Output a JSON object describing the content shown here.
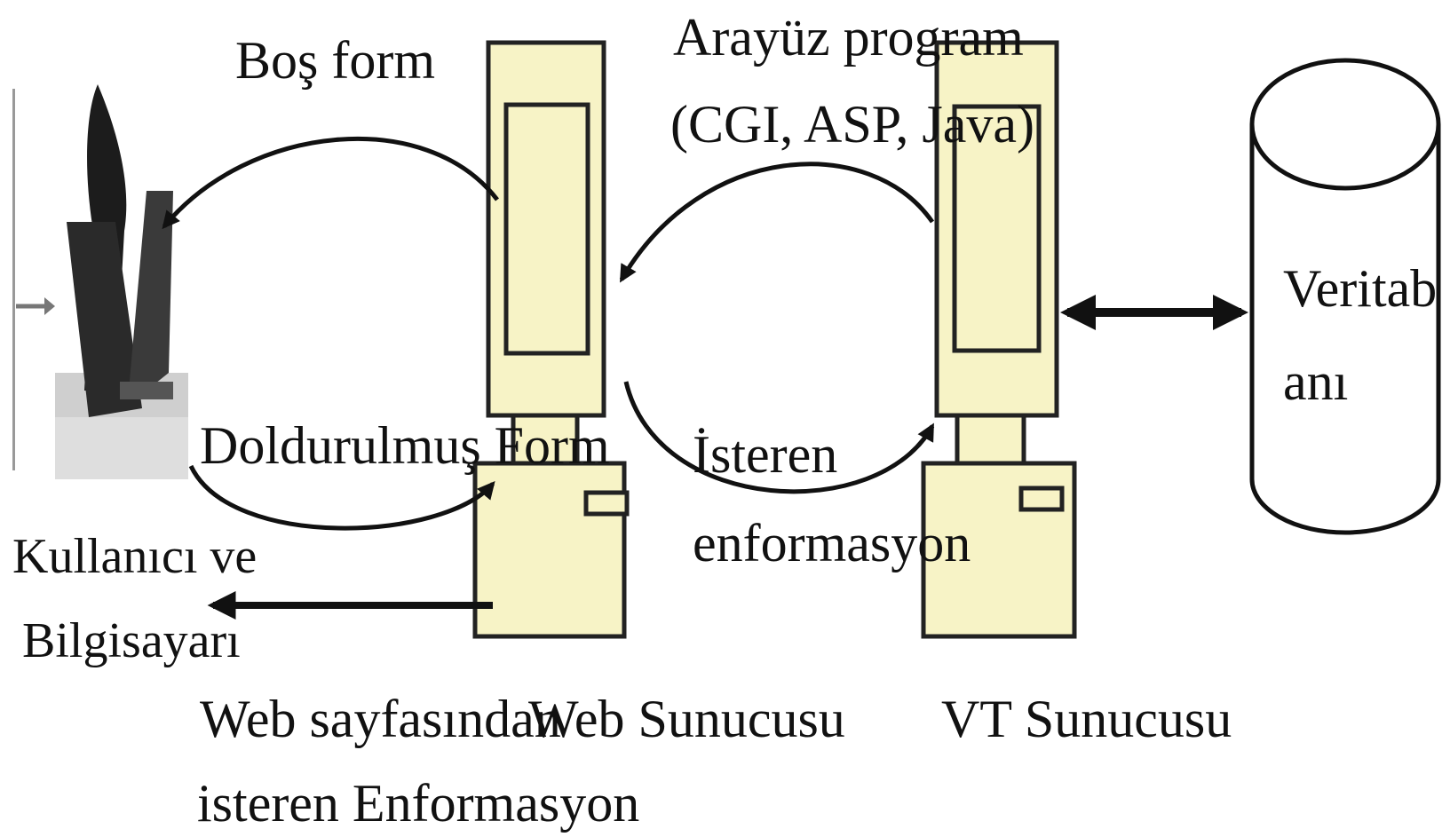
{
  "colors": {
    "computer_fill": "#f7f3c6",
    "computer_stroke": "#222222",
    "arrow": "#111111",
    "background": "#ffffff"
  },
  "labels": {
    "bos_form": "Boş form",
    "arayuz_line1": "Arayüz program",
    "arayuz_line2": "(CGI, ASP, Java)",
    "doldurulmus_form": "Doldurulmuş Form",
    "isteren_line1": "İsteren",
    "isteren_line2": "enformasyon",
    "kullanici_line1": "Kullanıcı ve",
    "kullanici_line2": "Bilgisayarı",
    "web_sayfasindan_line1": "Web sayfasından",
    "web_sayfasindan_line2": "isteren Enformasyon",
    "web_sunucusu": "Web Sunucusu",
    "vt_sunucusu": "VT Sunucusu",
    "veritabani_line1": "Veritab",
    "veritabani_line2": "anı"
  },
  "icons": {
    "user": "user-at-computer-icon",
    "web_server": "computer-tower-icon",
    "db_server": "computer-tower-icon",
    "database": "database-cylinder-icon"
  }
}
